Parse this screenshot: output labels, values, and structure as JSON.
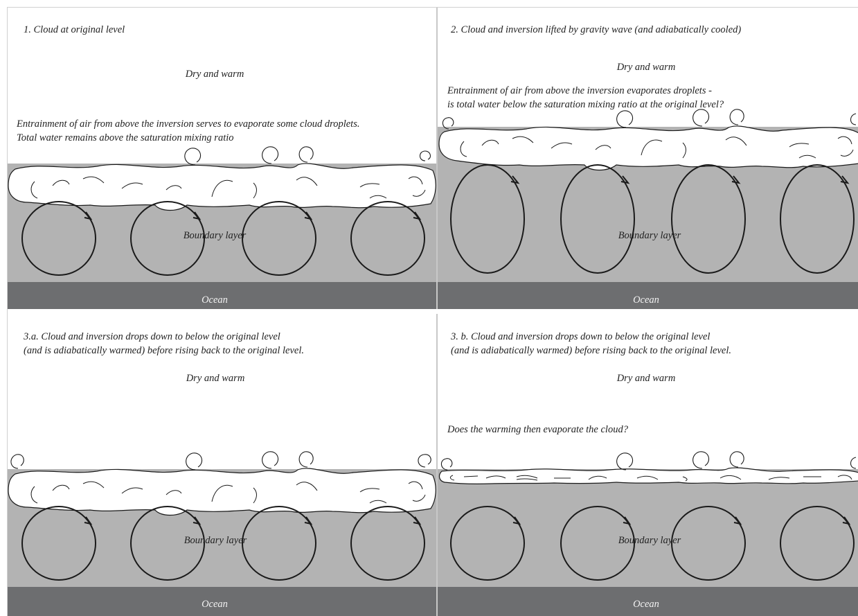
{
  "colors": {
    "boundary_layer": "#b3b3b3",
    "ocean": "#6d6e70",
    "cloud": "#ffffff",
    "outline": "#1a1a1a",
    "separator": "#c8c8c8"
  },
  "panels": [
    {
      "title_lines": [
        "1. Cloud at original level"
      ],
      "dry_label": "Dry and warm",
      "note_lines": [
        "Entrainment of air from above the inversion serves to evaporate some cloud droplets.",
        "Total water remains above the saturation mixing ratio"
      ],
      "boundary_label": "Boundary layer",
      "ocean_label": "Ocean"
    },
    {
      "title_lines": [
        "2. Cloud and inversion lifted by gravity wave (and adiabatically cooled)"
      ],
      "dry_label": "Dry and warm",
      "note_lines": [
        "Entrainment of air from above the inversion evaporates droplets -",
        "is total water below the saturation mixing ratio at the original level?"
      ],
      "boundary_label": "Boundary layer",
      "ocean_label": "Ocean"
    },
    {
      "title_lines": [
        "3.a. Cloud and inversion drops down to below the original level",
        "(and is adiabatically warmed) before rising back to the original level."
      ],
      "dry_label": "Dry and warm",
      "note_lines": [],
      "boundary_label": "Boundary layer",
      "ocean_label": "Ocean"
    },
    {
      "title_lines": [
        "3. b. Cloud and inversion drops down to below the original level",
        "(and is adiabatically warmed) before rising back to the original level."
      ],
      "dry_label": "Dry and warm",
      "note_lines": [
        "Does the warming then evaporate the cloud?"
      ],
      "boundary_label": "Boundary layer",
      "ocean_label": "Ocean"
    }
  ]
}
